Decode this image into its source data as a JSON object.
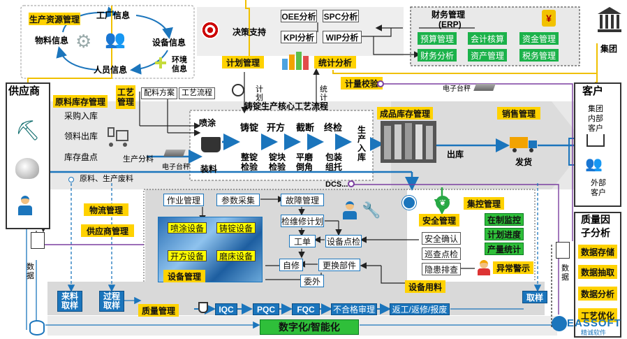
{
  "resources": {
    "title": "生产资源管理",
    "factory": "工厂信息",
    "material": "物料信息",
    "equipment": "设备信息",
    "personnel": "人员信息",
    "environment": "环境信息"
  },
  "decision": {
    "label": "决策支持",
    "oee": "OEE分析",
    "spc": "SPC分析",
    "kpi": "KPI分析",
    "wip": "WIP分析"
  },
  "finance": {
    "title": "财务管理",
    "subtitle": "(ERP)",
    "items": [
      "预算管理",
      "会计核算",
      "资金管理",
      "财务分析",
      "资产管理",
      "税务管理"
    ]
  },
  "group": {
    "label": "集团"
  },
  "planning": "计划管理",
  "statistics": "统计分析",
  "metering": "计量校验",
  "supplier": {
    "title": "供应商",
    "logistics": "物流管理",
    "supplier_mgmt": "供应商管理"
  },
  "customer": {
    "title": "客户",
    "internal": [
      "集团",
      "内部",
      "客户"
    ],
    "external": [
      "外部",
      "客户"
    ]
  },
  "raw_store": {
    "title": "原料库存管理",
    "receive": "采购入库",
    "issue": "领料出库",
    "inventory": "库存盘点",
    "waste": "原料、生产废料"
  },
  "process_mgmt": "工艺管理",
  "formula": "配料方案",
  "process_flow": "工艺流程",
  "meter_labels": {
    "plan": "计划",
    "stat": "统计"
  },
  "core": {
    "title": "铸锭生产核心工艺流程",
    "spray": "喷涂",
    "loading": "装料",
    "feed": "生产分料",
    "scale": "电子台秤",
    "steps": [
      "铸锭",
      "开方",
      "截断",
      "终检"
    ],
    "checks": [
      "整锭检验",
      "锭块检验",
      "平磨倒角",
      "包装组托"
    ],
    "enter": "生产入库"
  },
  "product_store": "成品库存管理",
  "scale2": "电子台秤",
  "outbound": "出库",
  "sales": "销售管理",
  "ship": "发货",
  "dcs": "DCS...",
  "equip": {
    "task": "作业管理",
    "params": "参数采集",
    "fault": "故障管理",
    "maint_plan": "检维修计划",
    "work_order": "工单",
    "inspect": "设备点检",
    "self_repair": "自修",
    "replace": "更换部件",
    "outsource": "委外",
    "spray_eq": "喷涂设备",
    "cast_eq": "铸锭设备",
    "square_eq": "开方设备",
    "grind_eq": "磨床设备",
    "title": "设备管理",
    "consumables": "设备用料"
  },
  "safety": {
    "title": "安全管理",
    "items": [
      "安全确认",
      "巡查点检",
      "隐患排查"
    ],
    "alarm": "异常警示"
  },
  "central": {
    "title": "集控管理",
    "items": [
      "在制监控",
      "计划进度",
      "产量统计"
    ]
  },
  "quality": {
    "title": "质量管理",
    "incoming": [
      "来料",
      "取样"
    ],
    "inprocess": [
      "过程",
      "取样"
    ],
    "iqc": "IQC",
    "pqc": "PQC",
    "fqc": "FQC",
    "nonconf": "不合格审理",
    "rework": "返工/返修/报废",
    "sample": "取样"
  },
  "quality_factor": {
    "title": [
      "质量因",
      "子分析"
    ],
    "items": [
      "数据存储",
      "数据抽取",
      "数据分析",
      "工艺优化"
    ]
  },
  "data_label": "数据",
  "digital": "数字化/智能化",
  "brand": {
    "name": "EASSOFT",
    "cn": "精诚软件"
  }
}
